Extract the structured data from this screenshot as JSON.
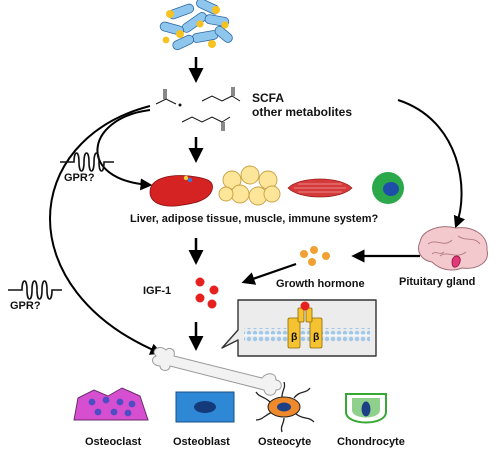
{
  "labels": {
    "scfa": "SCFA",
    "other_metabolites": "other metabolites",
    "gpr_top": "GPR?",
    "gpr_bottom": "GPR?",
    "tissues": "Liver, adipose tissue, muscle, immune system?",
    "igf1": "IGF-1",
    "growth_hormone": "Growth hormone",
    "pituitary": "Pituitary gland",
    "beta_left": "β",
    "beta_right": "β",
    "osteoclast": "Osteoclast",
    "osteoblast": "Osteoblast",
    "osteocyte": "Osteocyte",
    "chondrocyte": "Chondrocyte"
  },
  "colors": {
    "bacteria_blue": "#8fc6ee",
    "bacteria_yellow": "#f6c21f",
    "liver": "#d52222",
    "adipose": "#fde69a",
    "muscle": "#d43a3a",
    "immune_cell": "#2aa84a",
    "igf1_red": "#e5201f",
    "gh_orange": "#f1a033",
    "receptor_yellow": "#f5c232",
    "membrane_blue": "#9fc8ea",
    "osteoclast_magenta": "#d64fd1",
    "osteoblast_blue": "#2f88d6",
    "osteocyte_orange": "#ee8a2c",
    "chondrocyte_green": "#37a836"
  }
}
